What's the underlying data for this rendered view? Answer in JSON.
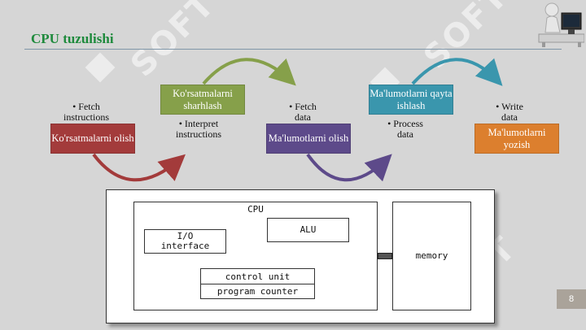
{
  "slide": {
    "title": "CPU tuzulishi",
    "page_number": "8",
    "watermark_text": "SOFT"
  },
  "steps": [
    {
      "label": "Ko'rsatmalarni olish",
      "color": "#a33b3b"
    },
    {
      "label": "Ko'rsatmalarni sharhlash",
      "color": "#86a04a"
    },
    {
      "label": "Ma'lumotlarni olish",
      "color": "#5d4a8a"
    },
    {
      "label": "Ma'lumotlarni qayta ishlash",
      "color": "#3a96ad"
    },
    {
      "label": "Ma'lumotlarni yozish",
      "color": "#dc7f2e"
    }
  ],
  "bullets": [
    "• Fetch instructions",
    "• Interpret instructions",
    "• Fetch data",
    "• Process data",
    "• Write data"
  ],
  "cpu_diagram": {
    "cpu_label": "CPU",
    "alu_label": "ALU",
    "io_label": "I/O interface",
    "control_unit_label": "control unit",
    "program_counter_label": "program counter",
    "memory_label": "memory"
  },
  "icons": {
    "logo": "person-at-computer-icon",
    "arrows": "curved-arrow-icon"
  }
}
